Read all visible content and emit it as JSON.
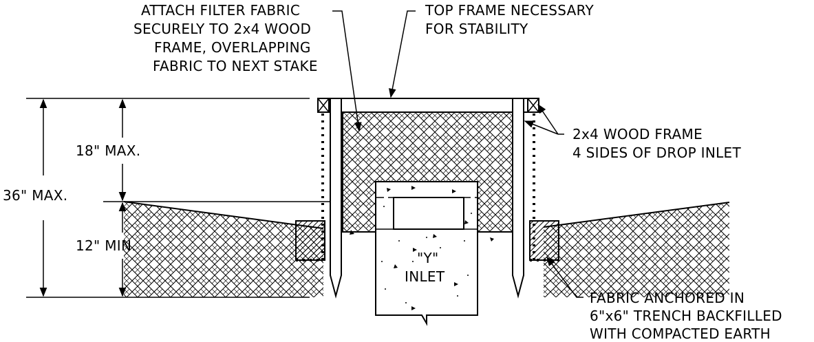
{
  "notes": {
    "attach": [
      "ATTACH FILTER FABRIC",
      "SECURELY TO 2x4 WOOD",
      "FRAME, OVERLAPPING",
      "FABRIC TO NEXT STAKE"
    ],
    "top_frame": [
      "TOP FRAME NECESSARY",
      "FOR STABILITY"
    ],
    "wood_frame": [
      "2x4 WOOD FRAME",
      "4 SIDES OF DROP INLET"
    ],
    "fabric_anchor": [
      "FABRIC ANCHORED IN",
      "6\"x6\" TRENCH BACKFILLED",
      "WITH COMPACTED EARTH"
    ]
  },
  "dimensions": {
    "total_height": "36\" MAX.",
    "above_ground": "18\" MAX.",
    "below_ground": "12\" MIN."
  },
  "inlet_label": [
    "\"Y\"",
    "INLET"
  ]
}
